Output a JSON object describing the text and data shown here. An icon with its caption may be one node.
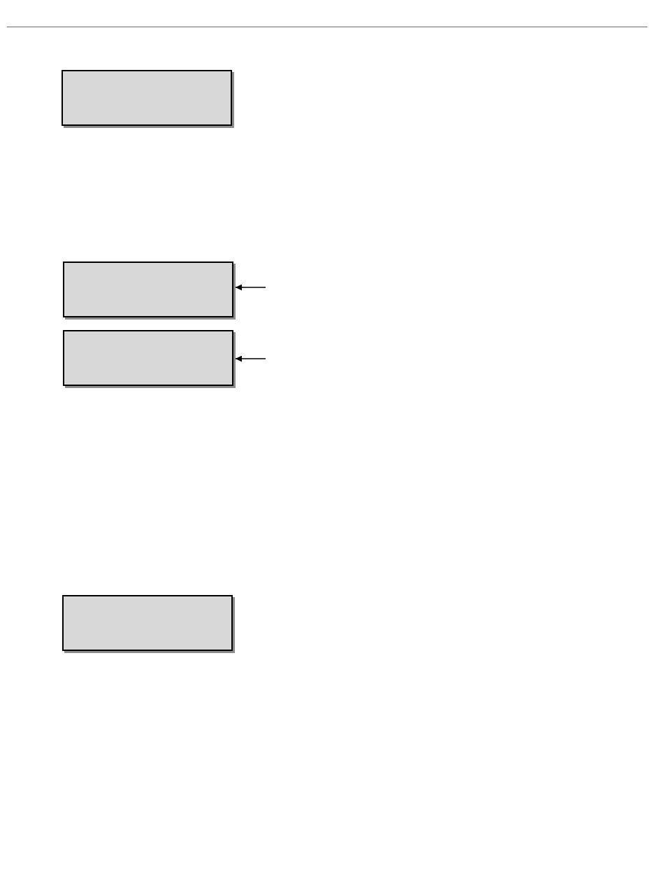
{
  "diagram": {
    "nodes": [
      {
        "text": [],
        "shape": "box"
      },
      {
        "text": [],
        "shape": "box"
      },
      {
        "text": [],
        "shape": "box"
      },
      {
        "text": [],
        "shape": "box"
      }
    ],
    "edges": [
      {
        "from": null,
        "to": 1,
        "arrow": "to"
      },
      {
        "from": null,
        "to": 2,
        "arrow": "to"
      }
    ]
  }
}
